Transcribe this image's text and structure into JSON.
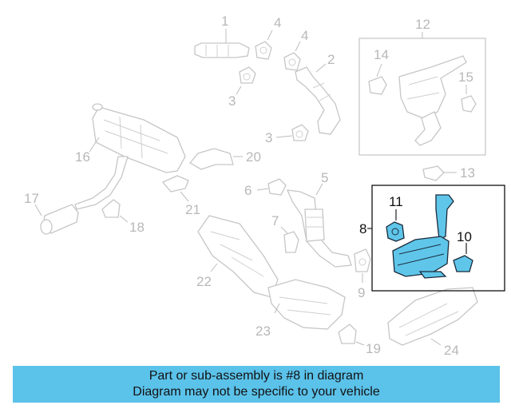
{
  "callouts": {
    "c1": "1",
    "c2": "2",
    "c3a": "3",
    "c3b": "3",
    "c4a": "4",
    "c4b": "4",
    "c5": "5",
    "c6": "6",
    "c7": "7",
    "c8": "8",
    "c9": "9",
    "c10": "10",
    "c11": "11",
    "c12": "12",
    "c13": "13",
    "c14": "14",
    "c15": "15",
    "c16": "16",
    "c17": "17",
    "c18": "18",
    "c19": "19",
    "c20": "20",
    "c21": "21",
    "c22": "22",
    "c23": "23",
    "c24": "24"
  },
  "highlighted_part": "8",
  "colors": {
    "highlight": "#5fc6ea",
    "banner": "#5bc2ea",
    "callout": "#b8b8b8"
  },
  "banner": {
    "line1": "Part or sub-assembly is #8 in diagram",
    "line2": "Diagram may not be specific to your vehicle"
  }
}
